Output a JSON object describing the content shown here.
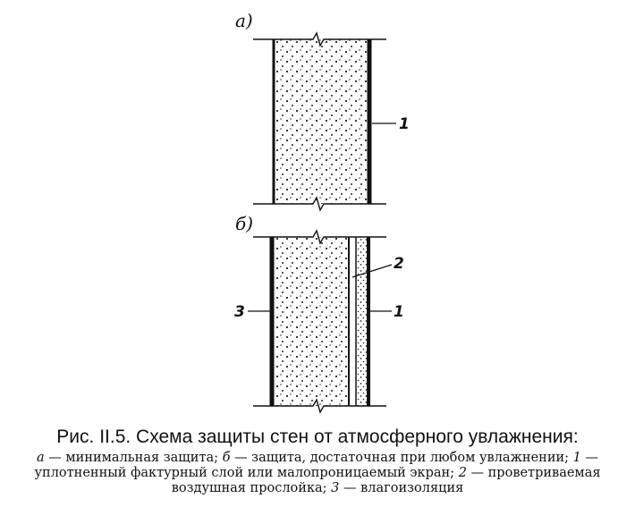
{
  "figure": {
    "panel_a_label": "а)",
    "panel_b_label": "б)",
    "panel_a_callouts": [
      "1"
    ],
    "panel_b_callouts": [
      "2",
      "1",
      "3"
    ]
  },
  "caption": {
    "title": "Рис. II.5. Схема защиты стен от атмосферного увлажнения:",
    "legend": [
      {
        "key": "а",
        "text": " — минимальная защита; "
      },
      {
        "key": "б",
        "text": " — защита, достаточная при любом увлажнении; "
      },
      {
        "key": "1",
        "text": " — уплотненный фактурный слой или малопроницаемый экран; "
      },
      {
        "key": "2",
        "text": " — проветриваемая воздушная прослойка; "
      },
      {
        "key": "3",
        "text": " — влагоизоляция"
      }
    ]
  }
}
